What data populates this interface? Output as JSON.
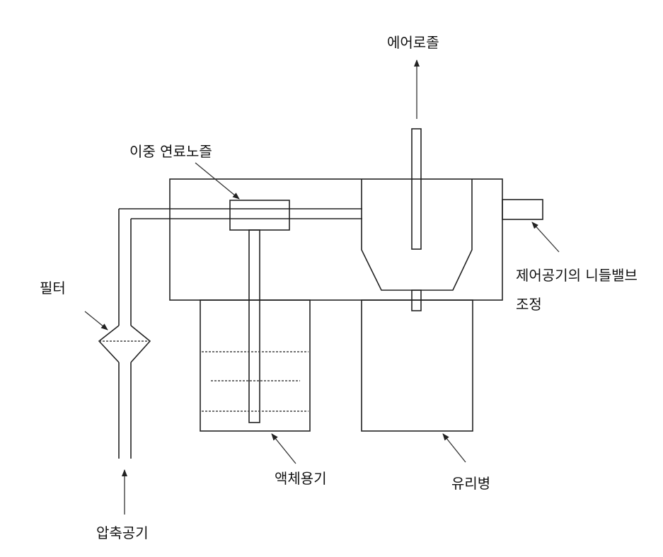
{
  "labels": {
    "aerosol": "에어로졸",
    "dual_nozzle": "이중 연료노즐",
    "filter": "필터",
    "needle_valve_line1": "제어공기의 니들밸브",
    "needle_valve_line2": "조정",
    "liquid_container": "액체용기",
    "glass_bottle": "유리병",
    "compressed_air": "압축공기"
  },
  "colors": {
    "stroke": "#222222",
    "text": "#111111",
    "background": "#ffffff"
  }
}
